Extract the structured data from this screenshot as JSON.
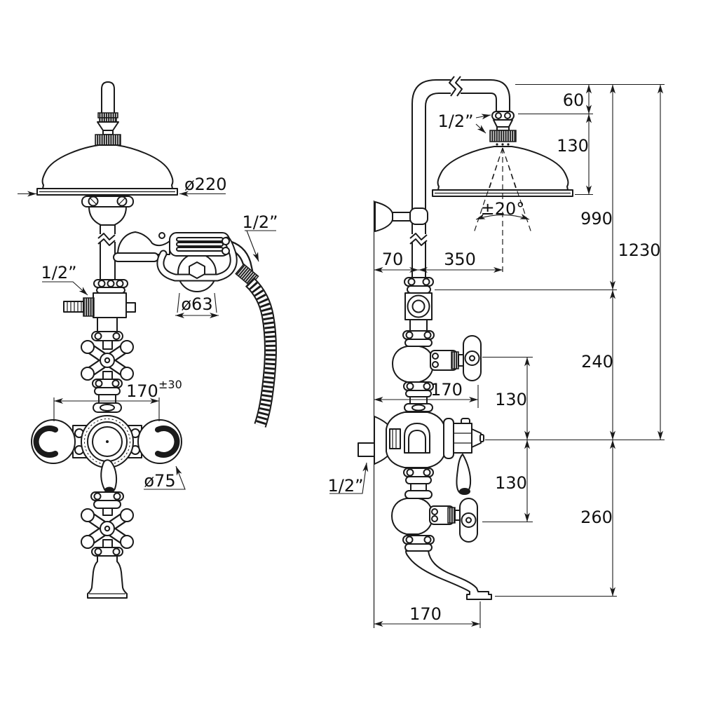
{
  "colors": {
    "line": "#1a1a1a",
    "background": "#ffffff"
  },
  "front_view": {
    "head_diameter": "ø220",
    "inlet_size": "1/2”",
    "hose_size": "1/2”",
    "holder_diameter": "ø63",
    "inlet_spacing": "170",
    "inlet_spacing_tolerance": "±30",
    "knob_diameter": "ø75"
  },
  "side_view": {
    "head_connection_size": "1/2”",
    "head_offset_top": "60",
    "head_height": "130",
    "spray_angle": "±20°",
    "wall_to_riser": "70",
    "riser_to_head": "350",
    "riser_height": "990",
    "total_height": "1230",
    "valve_projection": "170",
    "diverter_to_valve": "130",
    "valve_to_lower": "130",
    "union_to_valve": "240",
    "valve_to_spout": "260",
    "outlet_size": "1/2”",
    "spout_projection": "170"
  }
}
